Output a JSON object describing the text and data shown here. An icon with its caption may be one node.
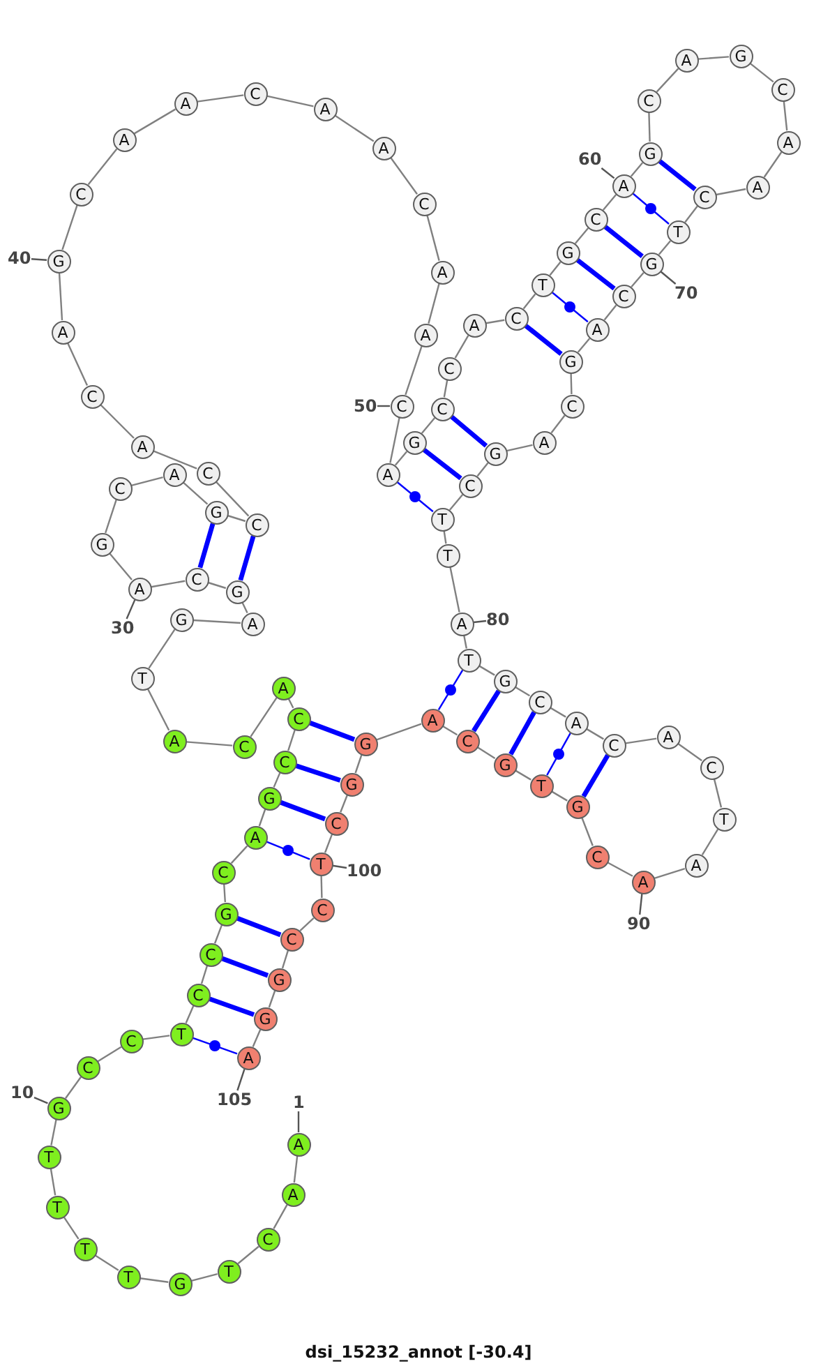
{
  "diagram": {
    "caption": "dsi_15232_annot [-30.4]",
    "nodes": [
      {
        "text": [
          "A"
        ]
      },
      {
        "text": [
          "A"
        ]
      },
      {
        "text": [
          "C"
        ]
      },
      {
        "text": [
          "T"
        ]
      },
      {
        "text": [
          "G"
        ]
      },
      {
        "text": [
          "T"
        ]
      },
      {
        "text": [
          "T"
        ]
      },
      {
        "text": [
          "T"
        ]
      },
      {
        "text": [
          "T"
        ]
      },
      {
        "text": [
          "G"
        ]
      },
      {
        "text": [
          "C"
        ]
      },
      {
        "text": [
          "C"
        ]
      },
      {
        "text": [
          "T"
        ]
      },
      {
        "text": [
          "C"
        ]
      },
      {
        "text": [
          "C"
        ]
      },
      {
        "text": [
          "G"
        ]
      },
      {
        "text": [
          "C"
        ]
      },
      {
        "text": [
          "A"
        ]
      },
      {
        "text": [
          "G"
        ]
      },
      {
        "text": [
          "C"
        ]
      },
      {
        "text": [
          "C"
        ]
      },
      {
        "text": [
          "A"
        ]
      },
      {
        "text": [
          "C"
        ]
      },
      {
        "text": [
          "A"
        ]
      },
      {
        "text": [
          "T"
        ]
      },
      {
        "text": [
          "G"
        ]
      },
      {
        "text": [
          "A"
        ]
      },
      {
        "text": [
          "G"
        ]
      },
      {
        "text": [
          "C"
        ]
      },
      {
        "text": [
          "A"
        ]
      },
      {
        "text": [
          "G"
        ]
      },
      {
        "text": [
          "C"
        ]
      },
      {
        "text": [
          "A"
        ]
      },
      {
        "text": [
          "G"
        ]
      },
      {
        "text": [
          "C"
        ]
      },
      {
        "text": [
          "C"
        ]
      },
      {
        "text": [
          "A"
        ]
      },
      {
        "text": [
          "C"
        ]
      },
      {
        "text": [
          "A"
        ]
      },
      {
        "text": [
          "G"
        ]
      },
      {
        "text": [
          "C"
        ]
      },
      {
        "text": [
          "A"
        ]
      },
      {
        "text": [
          "A"
        ]
      },
      {
        "text": [
          "C"
        ]
      },
      {
        "text": [
          "A"
        ]
      },
      {
        "text": [
          "A"
        ]
      },
      {
        "text": [
          "C"
        ]
      },
      {
        "text": [
          "A"
        ]
      },
      {
        "text": [
          "A"
        ]
      },
      {
        "text": [
          "C"
        ]
      },
      {
        "text": [
          "A"
        ]
      },
      {
        "text": [
          "G"
        ]
      },
      {
        "text": [
          "C"
        ]
      },
      {
        "text": [
          "C"
        ]
      },
      {
        "text": [
          "A"
        ]
      },
      {
        "text": [
          "C"
        ]
      },
      {
        "text": [
          "T"
        ]
      },
      {
        "text": [
          "G"
        ]
      },
      {
        "text": [
          "C"
        ]
      },
      {
        "text": [
          "A"
        ]
      },
      {
        "text": [
          "G"
        ]
      },
      {
        "text": [
          "C"
        ]
      },
      {
        "text": [
          "A"
        ]
      },
      {
        "text": [
          "G"
        ]
      },
      {
        "text": [
          "C"
        ]
      },
      {
        "text": [
          "A"
        ]
      },
      {
        "text": [
          "A"
        ]
      },
      {
        "text": [
          "C"
        ]
      },
      {
        "text": [
          "T"
        ]
      },
      {
        "text": [
          "G"
        ]
      },
      {
        "text": [
          "C"
        ]
      },
      {
        "text": [
          "A"
        ]
      },
      {
        "text": [
          "G"
        ]
      },
      {
        "text": [
          "C"
        ]
      },
      {
        "text": [
          "A"
        ]
      },
      {
        "text": [
          "G"
        ]
      },
      {
        "text": [
          "C"
        ]
      },
      {
        "text": [
          "T"
        ]
      },
      {
        "text": [
          "T"
        ]
      },
      {
        "text": [
          "A"
        ]
      },
      {
        "text": [
          "T"
        ]
      },
      {
        "text": [
          "G"
        ]
      },
      {
        "text": [
          "C"
        ]
      },
      {
        "text": [
          "A"
        ]
      },
      {
        "text": [
          "C"
        ]
      },
      {
        "text": [
          "A"
        ]
      },
      {
        "text": [
          "C"
        ]
      },
      {
        "text": [
          "T"
        ]
      },
      {
        "text": [
          "A"
        ]
      },
      {
        "text": [
          "A"
        ]
      },
      {
        "text": [
          "C"
        ]
      },
      {
        "text": [
          "G"
        ]
      },
      {
        "text": [
          "T"
        ]
      },
      {
        "text": [
          "G"
        ]
      },
      {
        "text": [
          "C"
        ]
      },
      {
        "text": [
          "A"
        ]
      },
      {
        "text": [
          "G"
        ]
      },
      {
        "text": [
          "G"
        ]
      },
      {
        "text": [
          "C"
        ]
      },
      {
        "text": [
          "T"
        ]
      },
      {
        "text": [
          "C"
        ]
      },
      {
        "text": [
          "C"
        ]
      },
      {
        "text": [
          "G"
        ]
      },
      {
        "text": [
          "G"
        ]
      },
      {
        "text": [
          "A"
        ]
      },
      {
        "text": [
          "1"
        ]
      },
      {
        "text": [
          "10"
        ]
      },
      {
        "text": [
          "30"
        ]
      },
      {
        "text": [
          "40"
        ]
      },
      {
        "text": [
          "50"
        ]
      },
      {
        "text": [
          "60"
        ]
      },
      {
        "text": [
          "70"
        ]
      },
      {
        "text": [
          "80"
        ]
      },
      {
        "text": [
          "90"
        ]
      },
      {
        "text": [
          "100"
        ]
      },
      {
        "text": [
          "105"
        ]
      }
    ],
    "edges": [
      {
        "from": 0,
        "to": 1,
        "arrow": "none"
      },
      {
        "from": 1,
        "to": 2,
        "arrow": "none"
      },
      {
        "from": 2,
        "to": 3,
        "arrow": "none"
      },
      {
        "from": 3,
        "to": 4,
        "arrow": "none"
      },
      {
        "from": 4,
        "to": 5,
        "arrow": "none"
      },
      {
        "from": 5,
        "to": 6,
        "arrow": "none"
      },
      {
        "from": 6,
        "to": 7,
        "arrow": "none"
      },
      {
        "from": 7,
        "to": 8,
        "arrow": "none"
      },
      {
        "from": 8,
        "to": 9,
        "arrow": "none"
      },
      {
        "from": 9,
        "to": 10,
        "arrow": "none"
      },
      {
        "from": 10,
        "to": 11,
        "arrow": "none"
      },
      {
        "from": 11,
        "to": 12,
        "arrow": "none"
      },
      {
        "from": 12,
        "to": 13,
        "arrow": "none"
      },
      {
        "from": 13,
        "to": 14,
        "arrow": "none"
      },
      {
        "from": 14,
        "to": 15,
        "arrow": "none"
      },
      {
        "from": 15,
        "to": 16,
        "arrow": "none"
      },
      {
        "from": 16,
        "to": 17,
        "arrow": "none"
      },
      {
        "from": 17,
        "to": 18,
        "arrow": "none"
      },
      {
        "from": 18,
        "to": 19,
        "arrow": "none"
      },
      {
        "from": 19,
        "to": 20,
        "arrow": "none"
      },
      {
        "from": 20,
        "to": 21,
        "arrow": "none"
      },
      {
        "from": 21,
        "to": 22,
        "arrow": "none"
      },
      {
        "from": 22,
        "to": 23,
        "arrow": "none"
      },
      {
        "from": 23,
        "to": 24,
        "arrow": "none"
      },
      {
        "from": 24,
        "to": 25,
        "arrow": "none"
      },
      {
        "from": 25,
        "to": 26,
        "arrow": "none"
      },
      {
        "from": 26,
        "to": 27,
        "arrow": "none"
      },
      {
        "from": 27,
        "to": 28,
        "arrow": "none"
      },
      {
        "from": 28,
        "to": 29,
        "arrow": "none"
      },
      {
        "from": 29,
        "to": 30,
        "arrow": "none"
      },
      {
        "from": 30,
        "to": 31,
        "arrow": "none"
      },
      {
        "from": 31,
        "to": 32,
        "arrow": "none"
      },
      {
        "from": 32,
        "to": 33,
        "arrow": "none"
      },
      {
        "from": 33,
        "to": 34,
        "arrow": "none"
      },
      {
        "from": 34,
        "to": 35,
        "arrow": "none"
      },
      {
        "from": 35,
        "to": 36,
        "arrow": "none"
      },
      {
        "from": 36,
        "to": 37,
        "arrow": "none"
      },
      {
        "from": 37,
        "to": 38,
        "arrow": "none"
      },
      {
        "from": 38,
        "to": 39,
        "arrow": "none"
      },
      {
        "from": 39,
        "to": 40,
        "arrow": "none"
      },
      {
        "from": 40,
        "to": 41,
        "arrow": "none"
      },
      {
        "from": 41,
        "to": 42,
        "arrow": "none"
      },
      {
        "from": 42,
        "to": 43,
        "arrow": "none"
      },
      {
        "from": 43,
        "to": 44,
        "arrow": "none"
      },
      {
        "from": 44,
        "to": 45,
        "arrow": "none"
      },
      {
        "from": 45,
        "to": 46,
        "arrow": "none"
      },
      {
        "from": 46,
        "to": 47,
        "arrow": "none"
      },
      {
        "from": 47,
        "to": 48,
        "arrow": "none"
      },
      {
        "from": 48,
        "to": 49,
        "arrow": "none"
      },
      {
        "from": 49,
        "to": 50,
        "arrow": "none"
      },
      {
        "from": 50,
        "to": 51,
        "arrow": "none"
      },
      {
        "from": 51,
        "to": 52,
        "arrow": "none"
      },
      {
        "from": 52,
        "to": 53,
        "arrow": "none"
      },
      {
        "from": 53,
        "to": 54,
        "arrow": "none"
      },
      {
        "from": 54,
        "to": 55,
        "arrow": "none"
      },
      {
        "from": 55,
        "to": 56,
        "arrow": "none"
      },
      {
        "from": 56,
        "to": 57,
        "arrow": "none"
      },
      {
        "from": 57,
        "to": 58,
        "arrow": "none"
      },
      {
        "from": 58,
        "to": 59,
        "arrow": "none"
      },
      {
        "from": 59,
        "to": 60,
        "arrow": "none"
      },
      {
        "from": 60,
        "to": 61,
        "arrow": "none"
      },
      {
        "from": 61,
        "to": 62,
        "arrow": "none"
      },
      {
        "from": 62,
        "to": 63,
        "arrow": "none"
      },
      {
        "from": 63,
        "to": 64,
        "arrow": "none"
      },
      {
        "from": 64,
        "to": 65,
        "arrow": "none"
      },
      {
        "from": 65,
        "to": 66,
        "arrow": "none"
      },
      {
        "from": 66,
        "to": 67,
        "arrow": "none"
      },
      {
        "from": 67,
        "to": 68,
        "arrow": "none"
      },
      {
        "from": 68,
        "to": 69,
        "arrow": "none"
      },
      {
        "from": 69,
        "to": 70,
        "arrow": "none"
      },
      {
        "from": 70,
        "to": 71,
        "arrow": "none"
      },
      {
        "from": 71,
        "to": 72,
        "arrow": "none"
      },
      {
        "from": 72,
        "to": 73,
        "arrow": "none"
      },
      {
        "from": 73,
        "to": 74,
        "arrow": "none"
      },
      {
        "from": 74,
        "to": 75,
        "arrow": "none"
      },
      {
        "from": 75,
        "to": 76,
        "arrow": "none"
      },
      {
        "from": 76,
        "to": 77,
        "arrow": "none"
      },
      {
        "from": 77,
        "to": 78,
        "arrow": "none"
      },
      {
        "from": 78,
        "to": 79,
        "arrow": "none"
      },
      {
        "from": 79,
        "to": 80,
        "arrow": "none"
      },
      {
        "from": 80,
        "to": 81,
        "arrow": "none"
      },
      {
        "from": 81,
        "to": 82,
        "arrow": "none"
      },
      {
        "from": 82,
        "to": 83,
        "arrow": "none"
      },
      {
        "from": 83,
        "to": 84,
        "arrow": "none"
      },
      {
        "from": 84,
        "to": 85,
        "arrow": "none"
      },
      {
        "from": 85,
        "to": 86,
        "arrow": "none"
      },
      {
        "from": 86,
        "to": 87,
        "arrow": "none"
      },
      {
        "from": 87,
        "to": 88,
        "arrow": "none"
      },
      {
        "from": 88,
        "to": 89,
        "arrow": "none"
      },
      {
        "from": 89,
        "to": 90,
        "arrow": "none"
      },
      {
        "from": 90,
        "to": 91,
        "arrow": "none"
      },
      {
        "from": 91,
        "to": 92,
        "arrow": "none"
      },
      {
        "from": 92,
        "to": 93,
        "arrow": "none"
      },
      {
        "from": 93,
        "to": 94,
        "arrow": "none"
      },
      {
        "from": 94,
        "to": 95,
        "arrow": "none"
      },
      {
        "from": 95,
        "to": 96,
        "arrow": "none"
      },
      {
        "from": 96,
        "to": 97,
        "arrow": "none"
      },
      {
        "from": 97,
        "to": 98,
        "arrow": "none"
      },
      {
        "from": 98,
        "to": 99,
        "arrow": "none"
      },
      {
        "from": 99,
        "to": 100,
        "arrow": "none"
      },
      {
        "from": 100,
        "to": 101,
        "arrow": "none"
      },
      {
        "from": 101,
        "to": 102,
        "arrow": "none"
      },
      {
        "from": 102,
        "to": 103,
        "arrow": "none"
      },
      {
        "from": 103,
        "to": 104,
        "arrow": "none"
      },
      {
        "from": 12,
        "to": 104,
        "arrow": "none",
        "color": "#0000ff"
      },
      {
        "from": 13,
        "to": 103,
        "arrow": "none",
        "style": "thick",
        "color": "#0000ff"
      },
      {
        "from": 14,
        "to": 102,
        "arrow": "none",
        "style": "thick",
        "color": "#0000ff"
      },
      {
        "from": 15,
        "to": 101,
        "arrow": "none",
        "style": "thick",
        "color": "#0000ff"
      },
      {
        "from": 17,
        "to": 99,
        "arrow": "none",
        "color": "#0000ff"
      },
      {
        "from": 18,
        "to": 98,
        "arrow": "none",
        "style": "thick",
        "color": "#0000ff"
      },
      {
        "from": 19,
        "to": 97,
        "arrow": "none",
        "style": "thick",
        "color": "#0000ff"
      },
      {
        "from": 20,
        "to": 96,
        "arrow": "none",
        "style": "thick",
        "color": "#0000ff"
      },
      {
        "from": 27,
        "to": 34,
        "arrow": "none",
        "style": "thick",
        "color": "#0000ff"
      },
      {
        "from": 28,
        "to": 33,
        "arrow": "none",
        "style": "thick",
        "color": "#0000ff"
      },
      {
        "from": 50,
        "to": 77,
        "arrow": "none",
        "color": "#0000ff"
      },
      {
        "from": 51,
        "to": 76,
        "arrow": "none",
        "style": "thick",
        "color": "#0000ff"
      },
      {
        "from": 52,
        "to": 75,
        "arrow": "none",
        "style": "thick",
        "color": "#0000ff"
      },
      {
        "from": 55,
        "to": 72,
        "arrow": "none",
        "style": "thick",
        "color": "#0000ff"
      },
      {
        "from": 56,
        "to": 71,
        "arrow": "none",
        "color": "#0000ff"
      },
      {
        "from": 57,
        "to": 70,
        "arrow": "none",
        "style": "thick",
        "color": "#0000ff"
      },
      {
        "from": 58,
        "to": 69,
        "arrow": "none",
        "style": "thick",
        "color": "#0000ff"
      },
      {
        "from": 59,
        "to": 68,
        "arrow": "none",
        "color": "#0000ff"
      },
      {
        "from": 60,
        "to": 67,
        "arrow": "none",
        "style": "thick",
        "color": "#0000ff"
      },
      {
        "from": 80,
        "to": 95,
        "arrow": "none",
        "color": "#0000ff"
      },
      {
        "from": 81,
        "to": 94,
        "arrow": "none",
        "style": "thick",
        "color": "#0000ff"
      },
      {
        "from": 82,
        "to": 93,
        "arrow": "none",
        "style": "thick",
        "color": "#0000ff"
      },
      {
        "from": 83,
        "to": 92,
        "arrow": "none",
        "color": "#0000ff"
      },
      {
        "from": 84,
        "to": 91,
        "arrow": "none",
        "style": "thick",
        "color": "#0000ff"
      },
      {
        "from": 105,
        "to": 0,
        "arrow": "none"
      },
      {
        "from": 106,
        "to": 9,
        "arrow": "none"
      },
      {
        "from": 107,
        "to": 29,
        "arrow": "none"
      },
      {
        "from": 108,
        "to": 39,
        "arrow": "none"
      },
      {
        "from": 109,
        "to": 49,
        "arrow": "none"
      },
      {
        "from": 110,
        "to": 59,
        "arrow": "none"
      },
      {
        "from": 111,
        "to": 69,
        "arrow": "none"
      },
      {
        "from": 112,
        "to": 79,
        "arrow": "none"
      },
      {
        "from": 113,
        "to": 89,
        "arrow": "none"
      },
      {
        "from": 114,
        "to": 99,
        "arrow": "none"
      },
      {
        "from": 115,
        "to": 104,
        "arrow": "none"
      }
    ]
  }
}
